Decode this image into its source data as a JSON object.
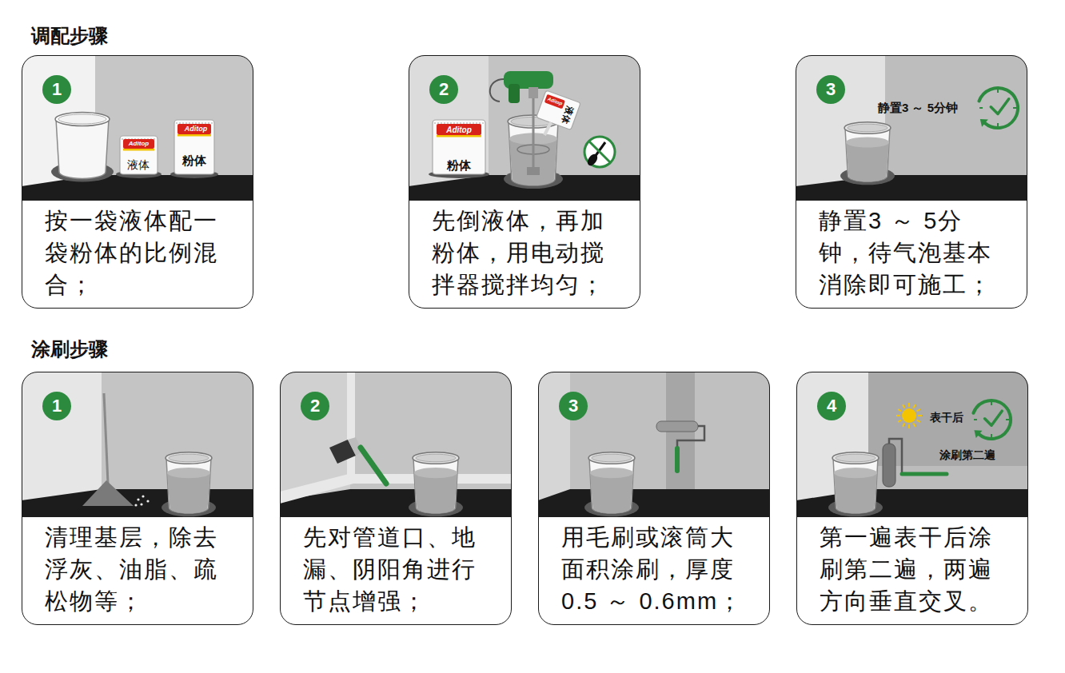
{
  "diagram": {
    "nodes": [
      {
        "text": [
          "1",
          "按一袋液体配一袋粉体的比例混合；"
        ]
      },
      {
        "text": [
          "2",
          "先倒液体，再加粉体，用电动搅拌器搅拌均匀；"
        ]
      },
      {
        "text": [
          "3",
          "静置3 ～ 5分钟，待气泡基本消除即可施工；"
        ]
      },
      {
        "text": [
          "1",
          "清理基层，除去浮灰、油脂、疏松物等；"
        ]
      },
      {
        "text": [
          "2",
          "先对管道口、地漏、阴阳角进行节点增强；"
        ]
      },
      {
        "text": [
          "3",
          "用毛刷或滚筒大面积涂刷，厚度0.5 ～ 0.6mm；"
        ]
      },
      {
        "text": [
          "4",
          "第一遍表干后涂刷第二遍，两遍方向垂直交叉。"
        ]
      }
    ],
    "labels": [
      "调配步骤",
      "涂刷步骤",
      "Aditop",
      "液体",
      "Aditop",
      "粉体",
      "Aditop",
      "粉体",
      "Aditop",
      "液体",
      "静置3 ～ 5分钟",
      "表干后",
      "涂刷第二遍"
    ]
  }
}
